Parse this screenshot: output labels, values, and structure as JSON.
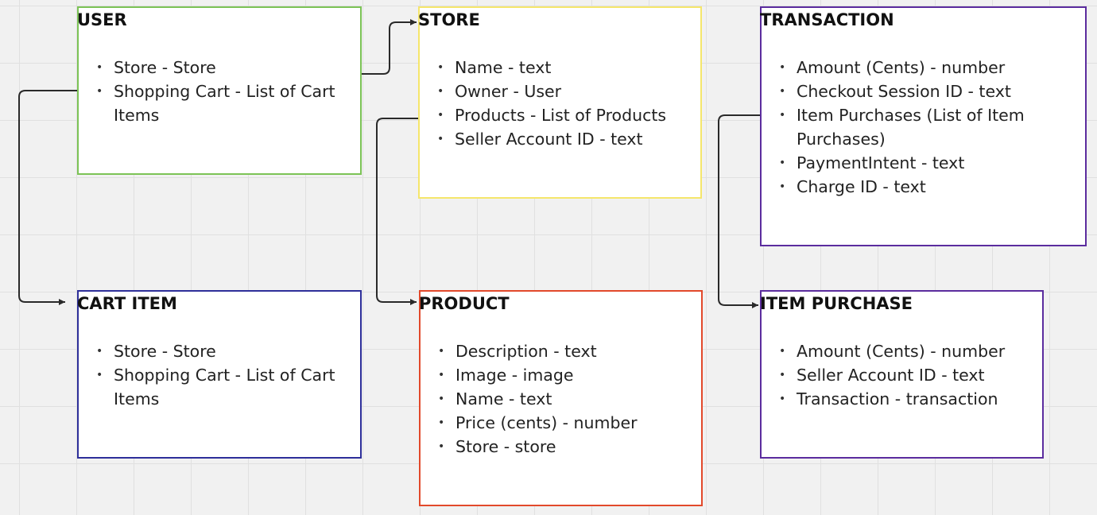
{
  "entities": {
    "user": {
      "title": "USER",
      "border_color": "#7cc356",
      "fields": [
        "Store - Store",
        "Shopping Cart - List of Cart Items"
      ]
    },
    "store": {
      "title": "STORE",
      "border_color": "#f5e66b",
      "fields": [
        "Name - text",
        "Owner - User",
        "Products - List of Products",
        "Seller Account ID - text"
      ]
    },
    "transaction": {
      "title": "TRANSACTION",
      "border_color": "#5b2c9e",
      "fields": [
        "Amount (Cents) - number",
        "Checkout Session ID - text",
        "Item Purchases (List of Item Purchases)",
        "PaymentIntent - text",
        "Charge ID - text"
      ]
    },
    "cart_item": {
      "title": "CART ITEM",
      "border_color": "#2e2f9a",
      "fields": [
        "Store - Store",
        "Shopping Cart - List of Cart Items"
      ]
    },
    "product": {
      "title": "PRODUCT",
      "border_color": "#e2492b",
      "fields": [
        "Description - text",
        "Image - image",
        "Name - text",
        "Price (cents) - number",
        "Store - store"
      ]
    },
    "item_purchase": {
      "title": "ITEM PURCHASE",
      "border_color": "#5b2c9e",
      "fields": [
        "Amount (Cents) - number",
        "Seller Account ID - text",
        "Transaction - transaction"
      ]
    }
  },
  "bullet_glyph": "•",
  "connector_color": "#2a2a2a",
  "connectors": [
    {
      "from": "user",
      "to": "cart_item"
    },
    {
      "from": "user",
      "to": "store"
    },
    {
      "from": "store",
      "to": "product"
    },
    {
      "from": "transaction",
      "to": "item_purchase"
    }
  ]
}
